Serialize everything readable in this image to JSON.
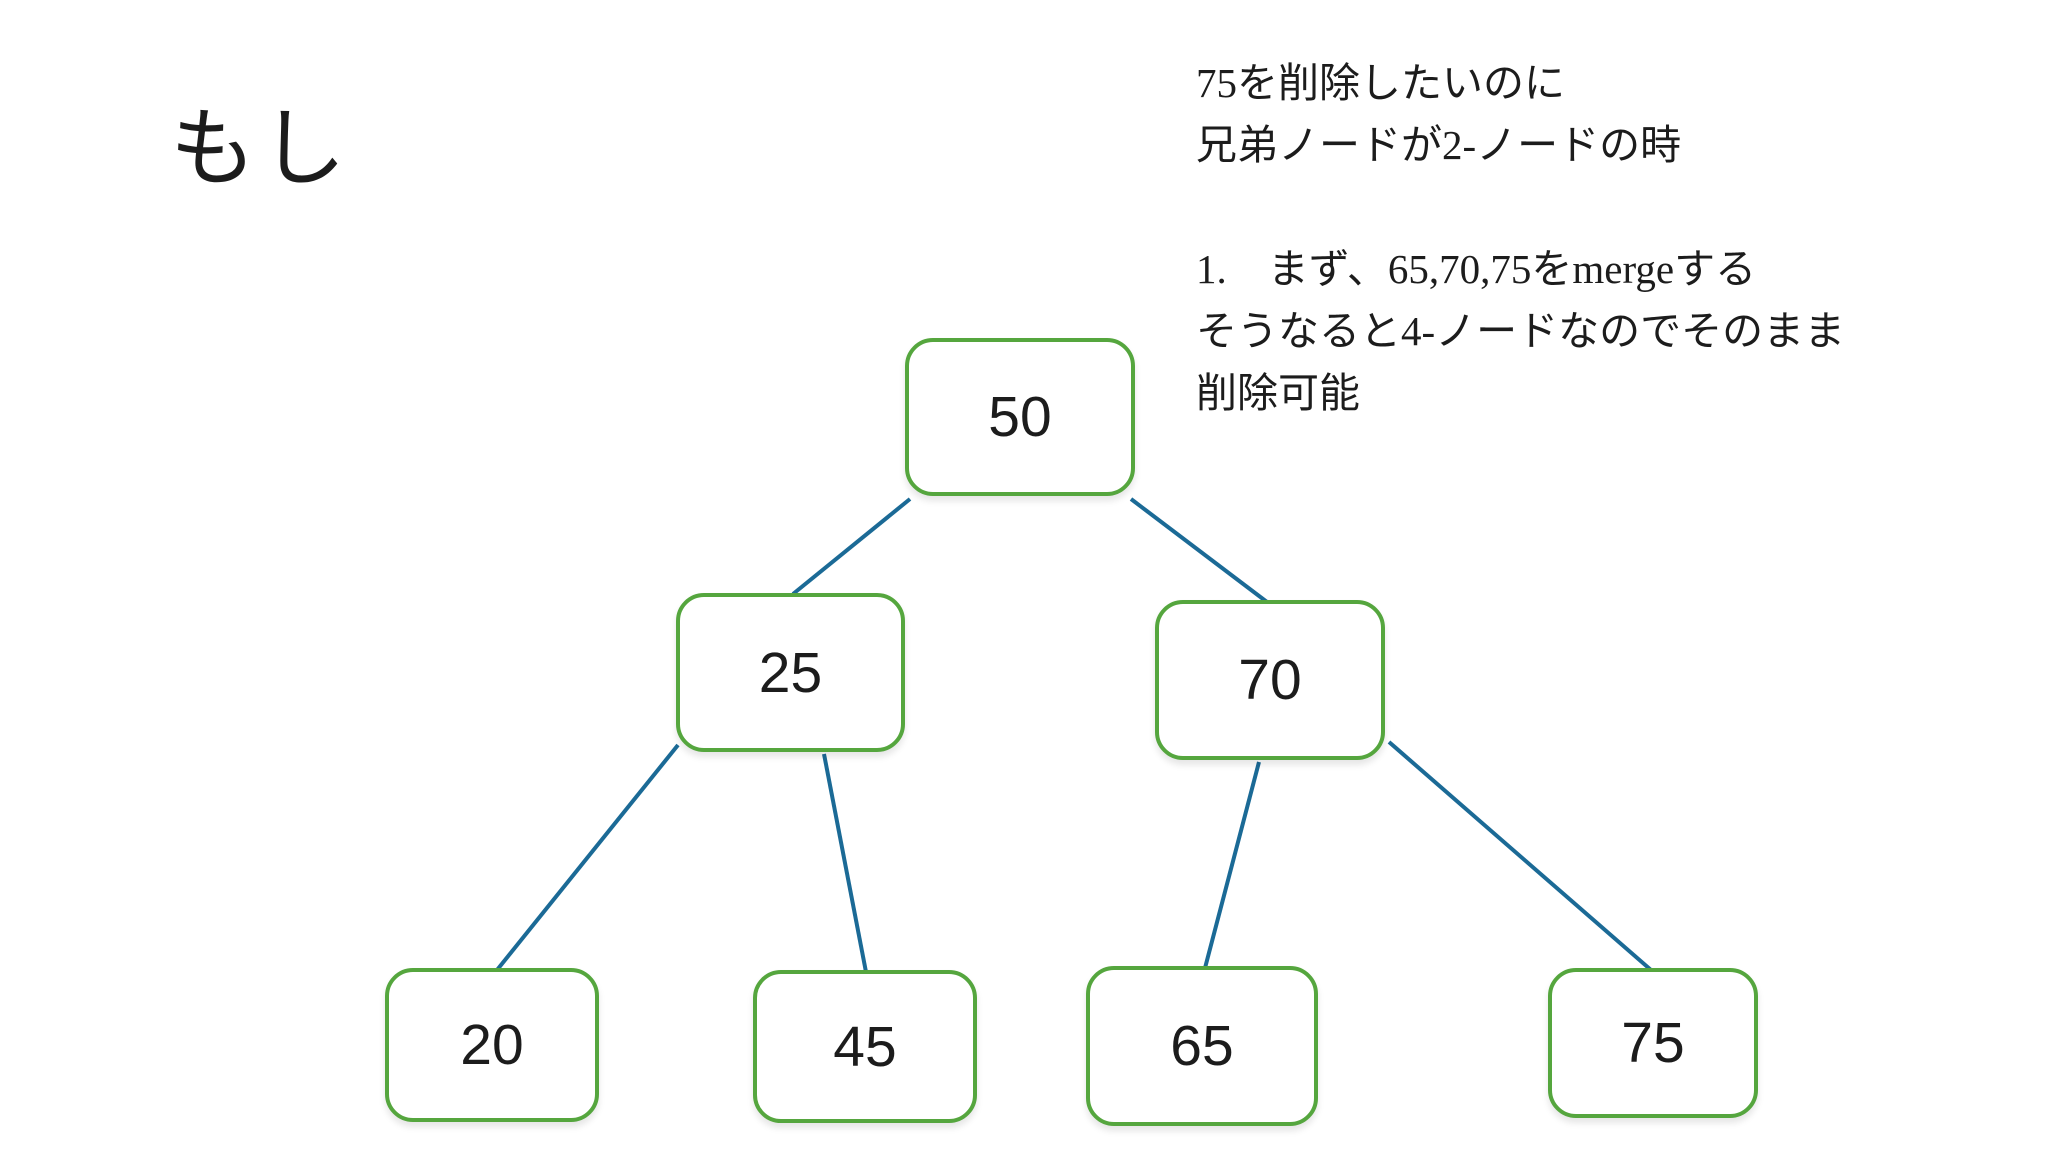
{
  "slide": {
    "title": "もし",
    "annotation": {
      "lines": [
        "75を削除したいのに",
        "兄弟ノードが2-ノードの時",
        "",
        "1.　まず、65,70,75をmergeする",
        "そうなると4-ノードなのでそのまま",
        "削除可能"
      ]
    },
    "tree": {
      "type": "2-3-tree",
      "nodes": [
        {
          "id": "root",
          "value": "50"
        },
        {
          "id": "left-child",
          "value": "25"
        },
        {
          "id": "right-child",
          "value": "70"
        },
        {
          "id": "leaf-1",
          "value": "20"
        },
        {
          "id": "leaf-2",
          "value": "45"
        },
        {
          "id": "leaf-3",
          "value": "65"
        },
        {
          "id": "leaf-4",
          "value": "75"
        }
      ],
      "edges": [
        {
          "from": "50",
          "to": "25"
        },
        {
          "from": "50",
          "to": "70"
        },
        {
          "from": "25",
          "to": "20"
        },
        {
          "from": "25",
          "to": "45"
        },
        {
          "from": "70",
          "to": "65"
        },
        {
          "from": "70",
          "to": "75"
        }
      ]
    },
    "colors": {
      "node_border": "#55a63e",
      "connector": "#1b6a96",
      "text": "#1c1c1c",
      "background": "#ffffff"
    }
  }
}
